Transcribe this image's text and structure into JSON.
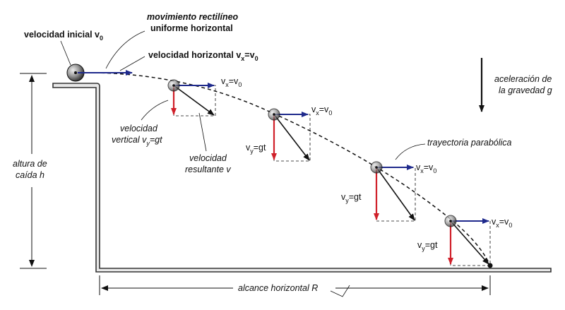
{
  "labels": {
    "initial_velocity": "velocidad inicial v",
    "initial_velocity_sub": "0",
    "uniform_motion_line1": "movimiento rectilíneo",
    "uniform_motion_line2": "uniforme horizontal",
    "horizontal_velocity": "velocidad horizontal v",
    "horizontal_velocity_sub": "x",
    "horizontal_velocity_eq": "=v",
    "horizontal_velocity_sub2": "0",
    "gravity_line1": "aceleración de",
    "gravity_line2": "la gravedad g",
    "height_line1": "altura de",
    "height_line2": "caída h",
    "vertical_velocity_line1": "velocidad",
    "vertical_velocity_line2": "vertical v",
    "vertical_velocity_sub": "y",
    "vertical_velocity_eq": "=gt",
    "resultant_line1": "velocidad",
    "resultant_line2": "resultante v",
    "trajectory": "trayectoria parabólica",
    "range": "alcance horizontal R",
    "vx_main": "v",
    "vx_sub": "x",
    "vx_eq": "=v",
    "vx_sub2": "0",
    "vy_main": "v",
    "vy_sub": "y",
    "vy_eq": "=gt"
  },
  "colors": {
    "horizontal_vector": "#1f2a8c",
    "vertical_vector": "#d0202a",
    "resultant_vector": "#111111",
    "ground": "#333333"
  }
}
